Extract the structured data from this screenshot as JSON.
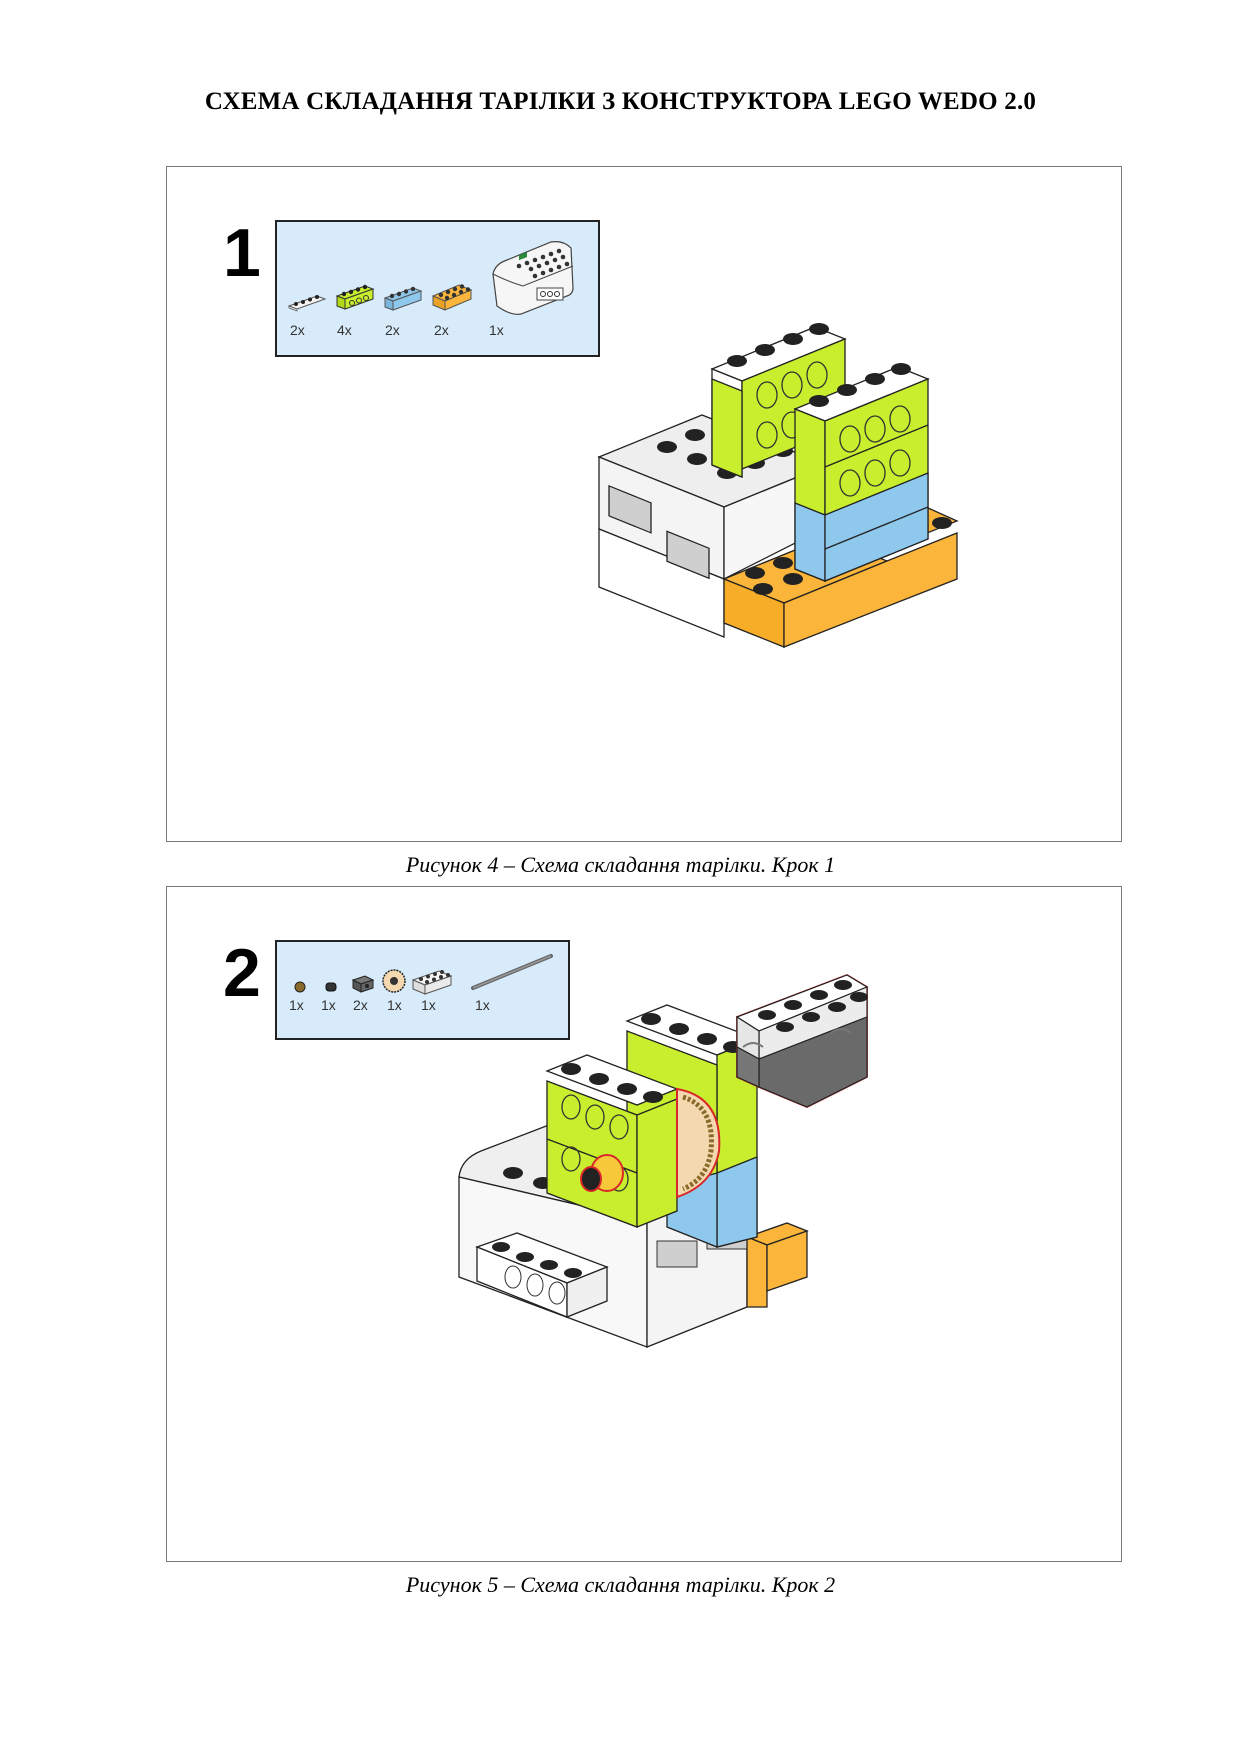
{
  "document": {
    "title": "СХЕМА СКЛАДАННЯ ТАРІЛКИ З КОНСТРУКТОРА LEGO WEDO 2.0"
  },
  "figures": [
    {
      "step": "1",
      "caption": "Рисунок 4 – Схема складання тарілки. Крок 1",
      "parts": [
        {
          "icon": "white-plate-1x4-icon",
          "qty": "2x"
        },
        {
          "icon": "lime-technic-brick-1x4-icon",
          "qty": "4x"
        },
        {
          "icon": "blue-brick-1x4-icon",
          "qty": "2x"
        },
        {
          "icon": "orange-brick-2x4-icon",
          "qty": "2x"
        },
        {
          "icon": "smarthub-icon",
          "qty": "1x"
        }
      ]
    },
    {
      "step": "2",
      "caption": "Рисунок 5 – Схема складання тарілки. Крок 2",
      "parts": [
        {
          "icon": "bushing-icon",
          "qty": "1x"
        },
        {
          "icon": "axle-connector-icon",
          "qty": "1x"
        },
        {
          "icon": "technic-brick-1x1-icon",
          "qty": "2x"
        },
        {
          "icon": "gear-icon",
          "qty": "1x"
        },
        {
          "icon": "white-brick-2x4-icon",
          "qty": "1x"
        },
        {
          "icon": "axle-icon",
          "qty": "1x"
        }
      ]
    }
  ],
  "colors": {
    "lime": "#c8ee2e",
    "blue": "#8ec8ec",
    "orange": "#fbb53a",
    "white": "#f4f4f4",
    "gray": "#a8a8a8",
    "dark_gray": "#6a6a6a",
    "parts_bg": "#d7ebfa",
    "highlight": "#d8282a",
    "gear": "#f4d9b0"
  }
}
